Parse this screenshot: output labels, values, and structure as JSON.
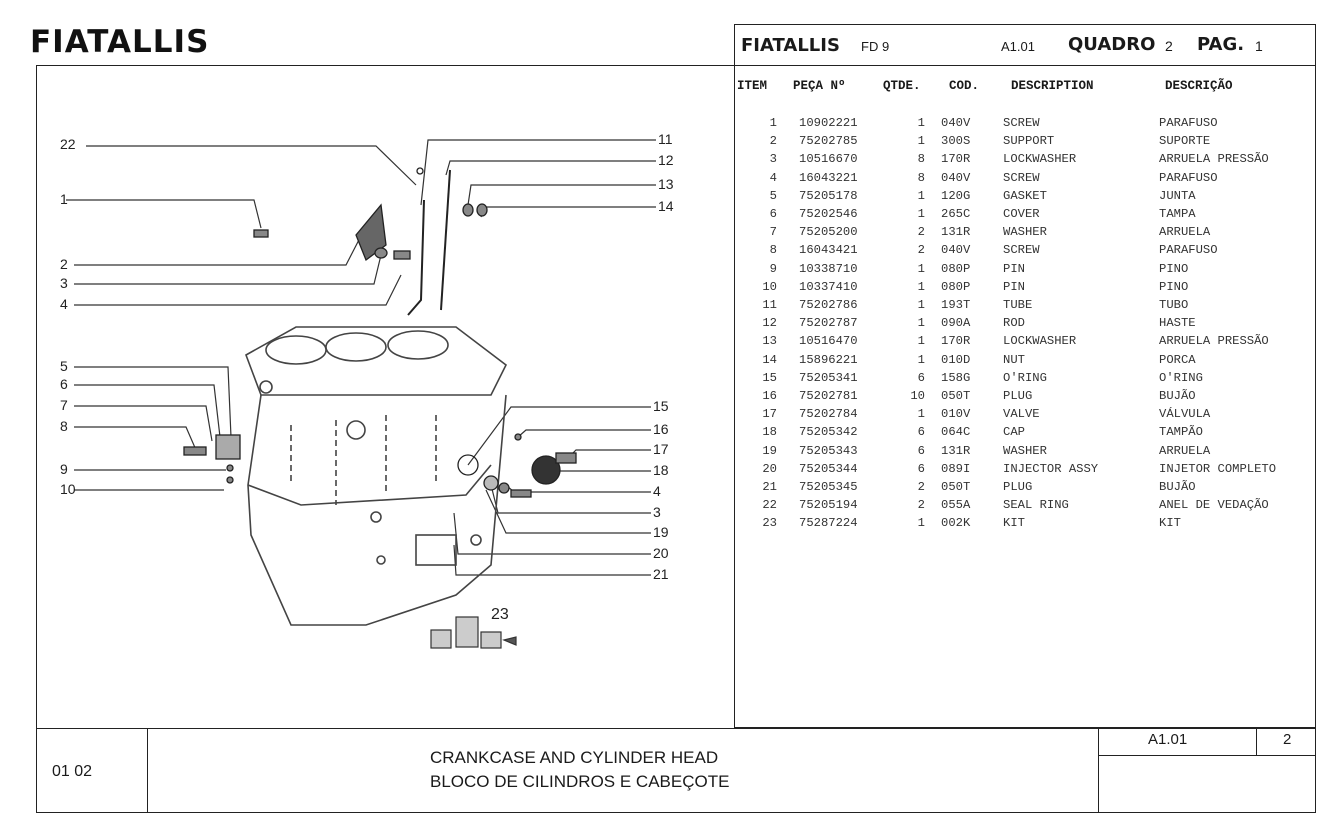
{
  "brand": "FIATALLIS",
  "header": {
    "brand": "FIATALLIS",
    "model": "FD 9",
    "code": "A1.01",
    "quadro_label": "QUADRO",
    "quadro_num": "2",
    "pag_label": "PAG.",
    "pag_num": "1"
  },
  "columns": [
    "ITEM",
    "PEÇA Nº",
    "QTDE.",
    "COD.",
    "DESCRIPTION",
    "DESCRIÇÃO"
  ],
  "parts": [
    {
      "item": "1",
      "part": "10902221",
      "qty": "1",
      "cod": "040V",
      "desc": "SCREW",
      "descr": "PARAFUSO"
    },
    {
      "item": "2",
      "part": "75202785",
      "qty": "1",
      "cod": "300S",
      "desc": "SUPPORT",
      "descr": "SUPORTE"
    },
    {
      "item": "3",
      "part": "10516670",
      "qty": "8",
      "cod": "170R",
      "desc": "LOCKWASHER",
      "descr": "ARRUELA PRESSÃO"
    },
    {
      "item": "4",
      "part": "16043221",
      "qty": "8",
      "cod": "040V",
      "desc": "SCREW",
      "descr": "PARAFUSO"
    },
    {
      "item": "5",
      "part": "75205178",
      "qty": "1",
      "cod": "120G",
      "desc": "GASKET",
      "descr": "JUNTA"
    },
    {
      "item": "6",
      "part": "75202546",
      "qty": "1",
      "cod": "265C",
      "desc": "COVER",
      "descr": "TAMPA"
    },
    {
      "item": "7",
      "part": "75205200",
      "qty": "2",
      "cod": "131R",
      "desc": "WASHER",
      "descr": "ARRUELA"
    },
    {
      "item": "8",
      "part": "16043421",
      "qty": "2",
      "cod": "040V",
      "desc": "SCREW",
      "descr": "PARAFUSO"
    },
    {
      "item": "9",
      "part": "10338710",
      "qty": "1",
      "cod": "080P",
      "desc": "PIN",
      "descr": "PINO"
    },
    {
      "item": "10",
      "part": "10337410",
      "qty": "1",
      "cod": "080P",
      "desc": "PIN",
      "descr": "PINO"
    },
    {
      "item": "11",
      "part": "75202786",
      "qty": "1",
      "cod": "193T",
      "desc": "TUBE",
      "descr": "TUBO"
    },
    {
      "item": "12",
      "part": "75202787",
      "qty": "1",
      "cod": "090A",
      "desc": "ROD",
      "descr": "HASTE"
    },
    {
      "item": "13",
      "part": "10516470",
      "qty": "1",
      "cod": "170R",
      "desc": "LOCKWASHER",
      "descr": "ARRUELA PRESSÃO"
    },
    {
      "item": "14",
      "part": "15896221",
      "qty": "1",
      "cod": "010D",
      "desc": "NUT",
      "descr": "PORCA"
    },
    {
      "item": "15",
      "part": "75205341",
      "qty": "6",
      "cod": "158G",
      "desc": "O'RING",
      "descr": "O'RING"
    },
    {
      "item": "16",
      "part": "75202781",
      "qty": "10",
      "cod": "050T",
      "desc": "PLUG",
      "descr": "BUJÃO"
    },
    {
      "item": "17",
      "part": "75202784",
      "qty": "1",
      "cod": "010V",
      "desc": "VALVE",
      "descr": "VÁLVULA"
    },
    {
      "item": "18",
      "part": "75205342",
      "qty": "6",
      "cod": "064C",
      "desc": "CAP",
      "descr": "TAMPÃO"
    },
    {
      "item": "19",
      "part": "75205343",
      "qty": "6",
      "cod": "131R",
      "desc": "WASHER",
      "descr": "ARRUELA"
    },
    {
      "item": "20",
      "part": "75205344",
      "qty": "6",
      "cod": "089I",
      "desc": "INJECTOR ASSY",
      "descr": "INJETOR COMPLETO"
    },
    {
      "item": "21",
      "part": "75205345",
      "qty": "2",
      "cod": "050T",
      "desc": "PLUG",
      "descr": "BUJÃO"
    },
    {
      "item": "22",
      "part": "75205194",
      "qty": "2",
      "cod": "055A",
      "desc": "SEAL RING",
      "descr": "ANEL DE VEDAÇÃO"
    },
    {
      "item": "23",
      "part": "75287224",
      "qty": "1",
      "cod": "002K",
      "desc": "KIT",
      "descr": "KIT"
    }
  ],
  "callouts": {
    "left": [
      "22",
      "1",
      "2",
      "3",
      "4",
      "5",
      "6",
      "7",
      "8",
      "9",
      "10"
    ],
    "right": [
      "11",
      "12",
      "13",
      "14",
      "15",
      "16",
      "17",
      "18",
      "4",
      "3",
      "19",
      "20",
      "21"
    ],
    "kit": "23"
  },
  "footer": {
    "ref": "01 02",
    "title_en": "CRANKCASE AND CYLINDER HEAD",
    "title_pt": "BLOCO DE CILINDROS E CABEÇOTE",
    "code": "A1.01",
    "page": "2"
  }
}
